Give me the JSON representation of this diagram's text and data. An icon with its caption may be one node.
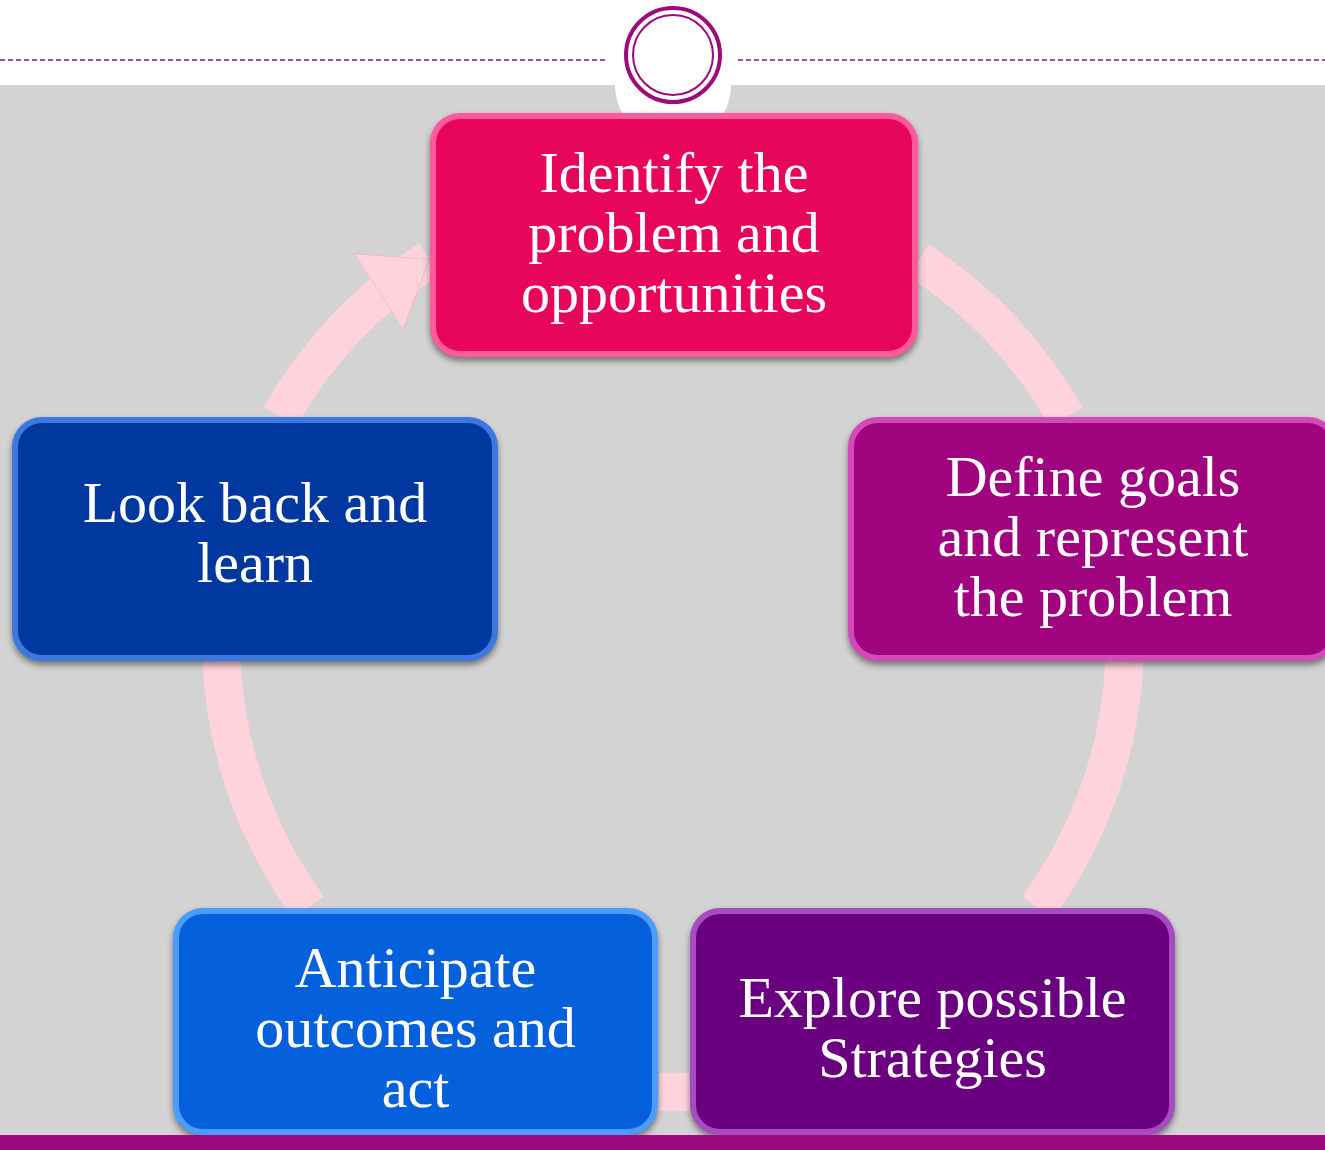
{
  "diagram": {
    "nodes": [
      {
        "text": [
          "Identify the problem and opportunities"
        ]
      },
      {
        "text": [
          "Define goals and represent the problem"
        ]
      },
      {
        "text": [
          "Explore possible Strategies"
        ]
      },
      {
        "text": [
          "Anticipate outcomes and act"
        ]
      },
      {
        "text": [
          "Look back and learn"
        ]
      }
    ],
    "edges": [
      {
        "from": 0,
        "to": 1,
        "arrow": "none"
      },
      {
        "from": 1,
        "to": 2,
        "arrow": "none"
      },
      {
        "from": 2,
        "to": 3,
        "arrow": "none"
      },
      {
        "from": 3,
        "to": 4,
        "arrow": "none"
      },
      {
        "from": 4,
        "to": 0,
        "arrow": "to"
      }
    ]
  }
}
